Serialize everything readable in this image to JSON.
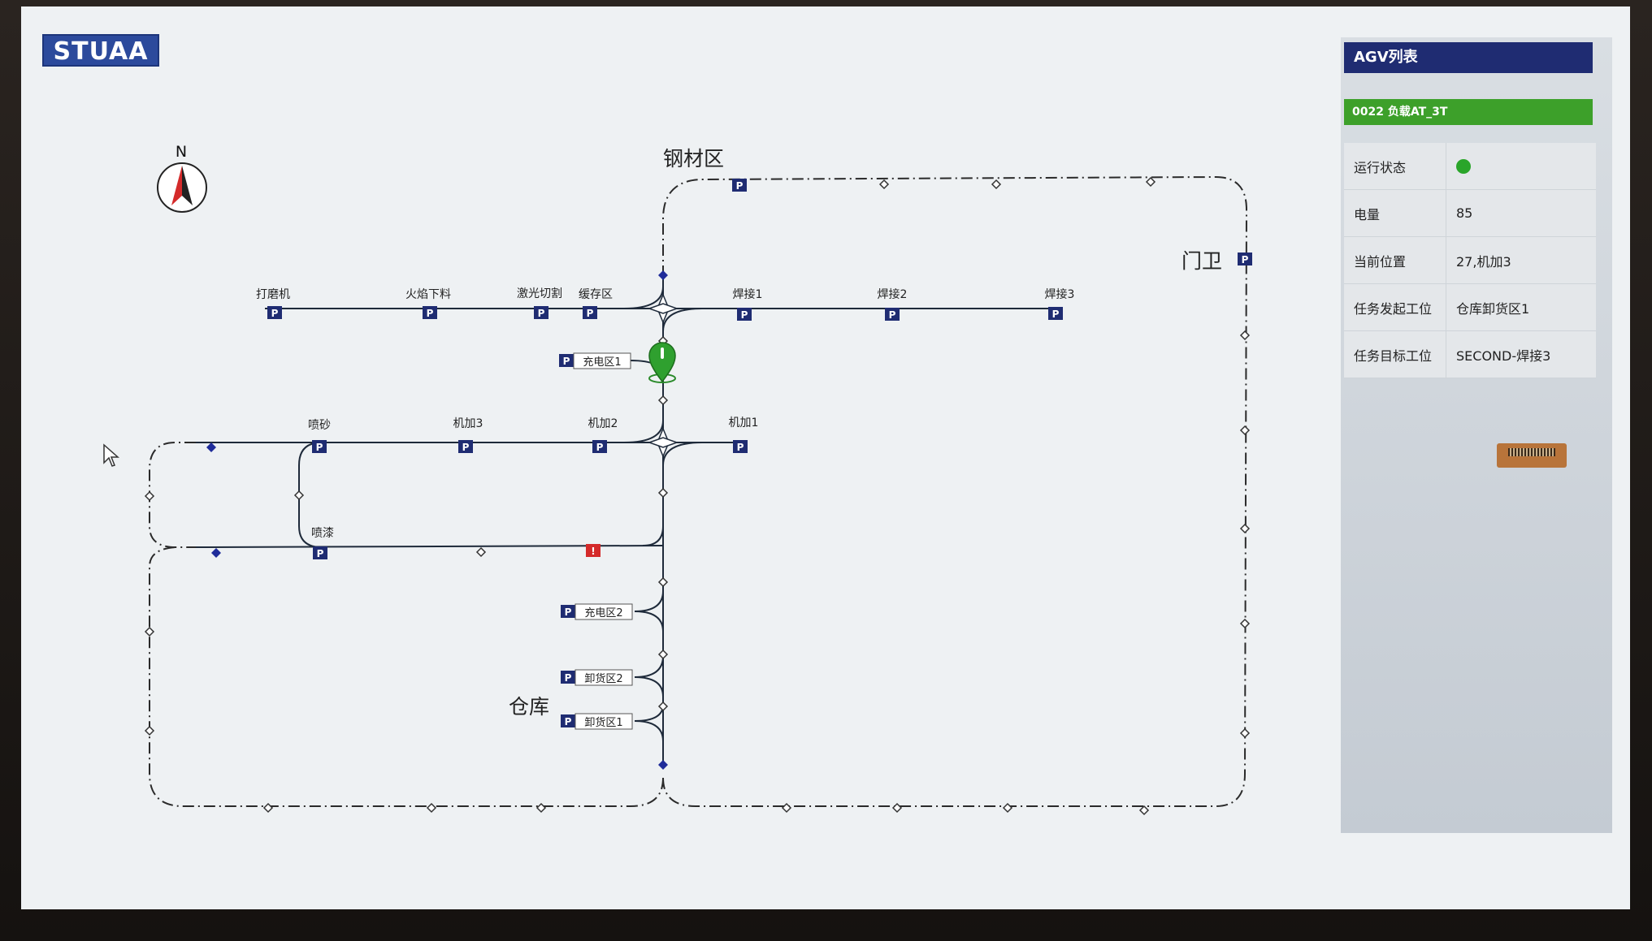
{
  "app": {
    "logo_text": "STUAA"
  },
  "compass": {
    "label": "N"
  },
  "zones": {
    "steel": "钢材区",
    "gate": "门卫",
    "warehouse": "仓库"
  },
  "stations": {
    "grinder": "打磨机",
    "flame_cut": "火焰下料",
    "laser_cut": "激光切割",
    "buffer": "缓存区",
    "weld1": "焊接1",
    "weld2": "焊接2",
    "weld3": "焊接3",
    "sandblast": "喷砂",
    "machine3": "机加3",
    "machine2": "机加2",
    "machine1": "机加1",
    "paint": "喷漆",
    "charge1": "充电区1",
    "charge2": "充电区2",
    "unload2": "卸货区2",
    "unload1": "卸货区1"
  },
  "parking_symbol": "P",
  "alert_symbol": "!",
  "panel": {
    "title": "AGV列表",
    "selected_agv": "0022 负载AT_3T",
    "rows": [
      {
        "key": "运行状态",
        "value": ""
      },
      {
        "key": "电量",
        "value": "85"
      },
      {
        "key": "当前位置",
        "value": "27,机加3"
      },
      {
        "key": "任务发起工位",
        "value": "仓库卸货区1"
      },
      {
        "key": "任务目标工位",
        "value": "SECOND-焊接3"
      }
    ]
  },
  "colors": {
    "station_marker": "#1f2c72",
    "agv_active": "#3da02a",
    "alert": "#d42a2a",
    "status_ok": "#2aa52a"
  }
}
